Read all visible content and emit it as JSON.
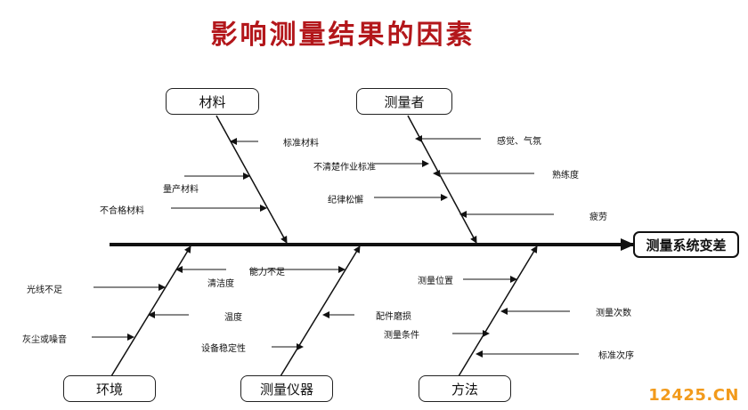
{
  "title": "影响测量结果的因素",
  "effect": "测量系统变差",
  "categories": {
    "material": {
      "name": "材料",
      "causes": [
        "标准材料",
        "量产材料",
        "不合格材料"
      ]
    },
    "operator": {
      "name": "测量者",
      "causes": [
        "感觉、气氛",
        "不清楚作业标准",
        "熟练度",
        "纪律松懈",
        "疲劳"
      ]
    },
    "environment": {
      "name": "环境",
      "causes": [
        "光线不足",
        "清洁度",
        "温度",
        "灰尘或噪音"
      ]
    },
    "instrument": {
      "name": "测量仪器",
      "causes": [
        "能力不足",
        "配件磨损",
        "设备稳定性"
      ]
    },
    "method": {
      "name": "方法",
      "causes": [
        "测量位置",
        "测量次数",
        "测量条件",
        "标准次序"
      ]
    }
  },
  "watermark": "12425.CN",
  "colors": {
    "title": "#b3171b",
    "lines": "#111111",
    "watermark": "#f29a1b"
  }
}
